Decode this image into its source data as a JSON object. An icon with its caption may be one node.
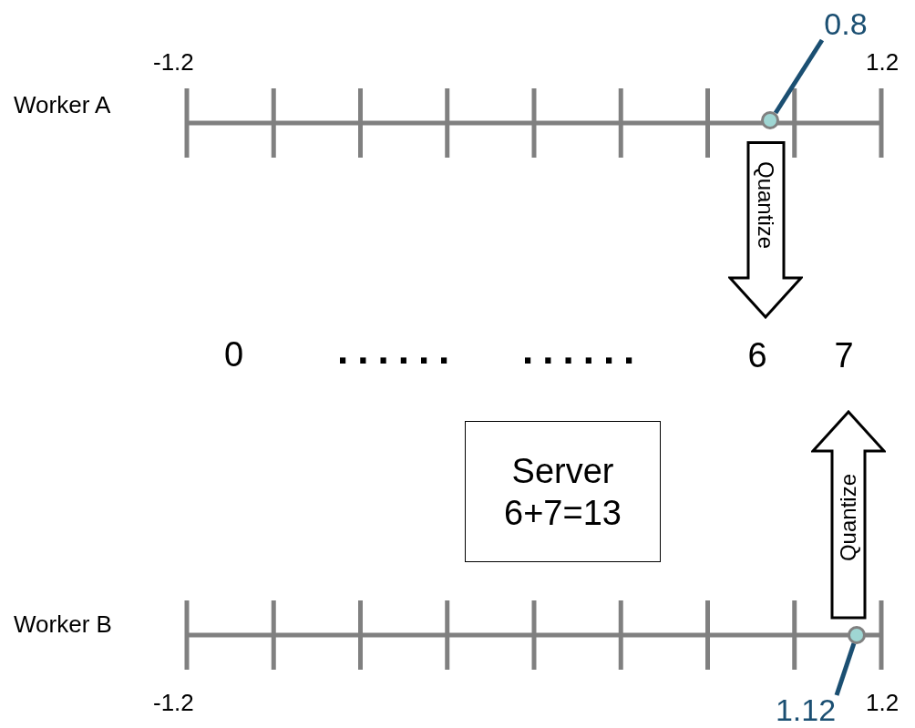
{
  "diagram": {
    "nodes": [
      {
        "text": [
          "0.8"
        ]
      },
      {
        "text": [],
        "shape": "circle"
      },
      {
        "text": [
          "Quantize"
        ]
      },
      {
        "text": [
          "6"
        ]
      },
      {
        "text": [
          "7"
        ]
      },
      {
        "text": [
          "Quantize"
        ]
      },
      {
        "text": [
          "Server",
          "6+7=13"
        ]
      },
      {
        "text": [],
        "shape": "circle"
      },
      {
        "text": [
          "1.12"
        ]
      }
    ],
    "edges": [
      {
        "from": 0,
        "to": 1,
        "arrow": "none"
      },
      {
        "from": 7,
        "to": 8,
        "arrow": "none"
      }
    ],
    "labels": [
      "-1.2",
      "1.2",
      "Worker A",
      "0",
      "......",
      "......",
      "Worker B",
      "-1.2",
      "1.2"
    ]
  }
}
